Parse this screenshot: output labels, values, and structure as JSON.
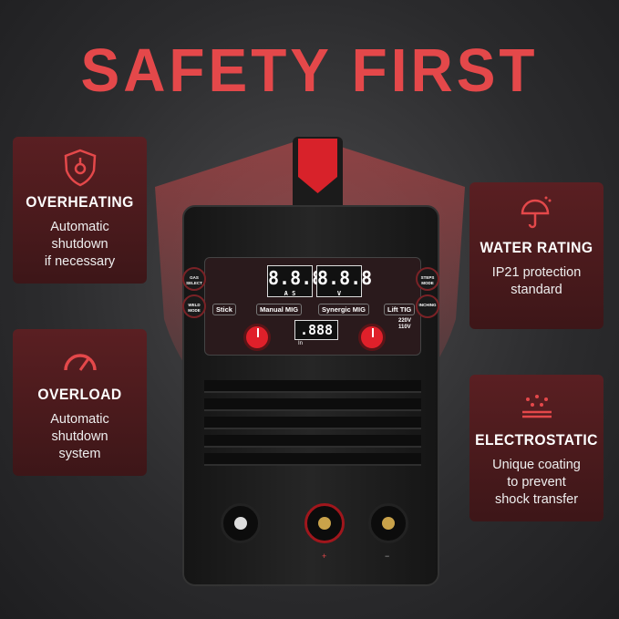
{
  "title": "SAFETY FIRST",
  "features": [
    {
      "icon": "thermometer-shield-icon",
      "title": "OVERHEATING",
      "lines": [
        "Automatic",
        "shutdown",
        "if necessary"
      ]
    },
    {
      "icon": "gauge-icon",
      "title": "OVERLOAD",
      "lines": [
        "Automatic",
        "shutdown",
        "system"
      ]
    },
    {
      "icon": "umbrella-rain-icon",
      "title": "WATER RATING",
      "lines": [
        "IP21 protection",
        "standard"
      ]
    },
    {
      "icon": "static-dots-icon",
      "title": "ELECTROSTATIC",
      "lines": [
        "Unique coating",
        "to prevent",
        "shock transfer"
      ]
    }
  ],
  "welder": {
    "display_left": "8.8.8",
    "display_left_units": "A S",
    "display_right": "8.8.8",
    "display_right_units": "V",
    "display_bottom": ".888",
    "display_bottom_unit": "In",
    "modes": [
      "Stick",
      "Manual MIG",
      "Synergic MIG",
      "Lift TIG"
    ],
    "buttons": [
      "GAS SELECT",
      "WELD MODE",
      "STEPS MODE",
      "INCHING"
    ],
    "voltage": [
      "220V",
      "110V"
    ],
    "socket_labels": [
      "+",
      "−"
    ]
  },
  "colors": {
    "accent": "#e4484a",
    "card": "#4a1a1d"
  }
}
